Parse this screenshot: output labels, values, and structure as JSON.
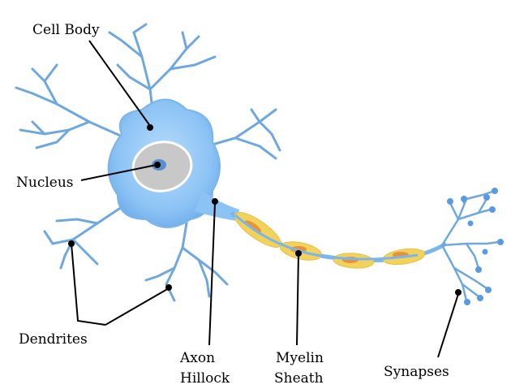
{
  "labels": {
    "cell_body": "Cell Body",
    "nucleus": "Nucleus",
    "dendrites": "Dendrites",
    "axon_hillock_line1": "Axon",
    "axon_hillock_line2": "Hillock",
    "myelin_sheath_line1": "Myelin",
    "myelin_sheath_line2": "Sheath",
    "synapses": "Synapses"
  },
  "colors": {
    "cell_fill": "#8cc3f5",
    "cell_fill_dark": "#6aaae8",
    "dendrite": "#6ea8de",
    "nucleus_outer": "#c8c8c8",
    "nucleus_ring": "#ffffff",
    "nucleolus": "#5a8fcf",
    "myelin": "#f2d25a",
    "myelin_node": "#e8923a",
    "axon": "#7ab6ee",
    "terminal": "#5a9ae0"
  }
}
